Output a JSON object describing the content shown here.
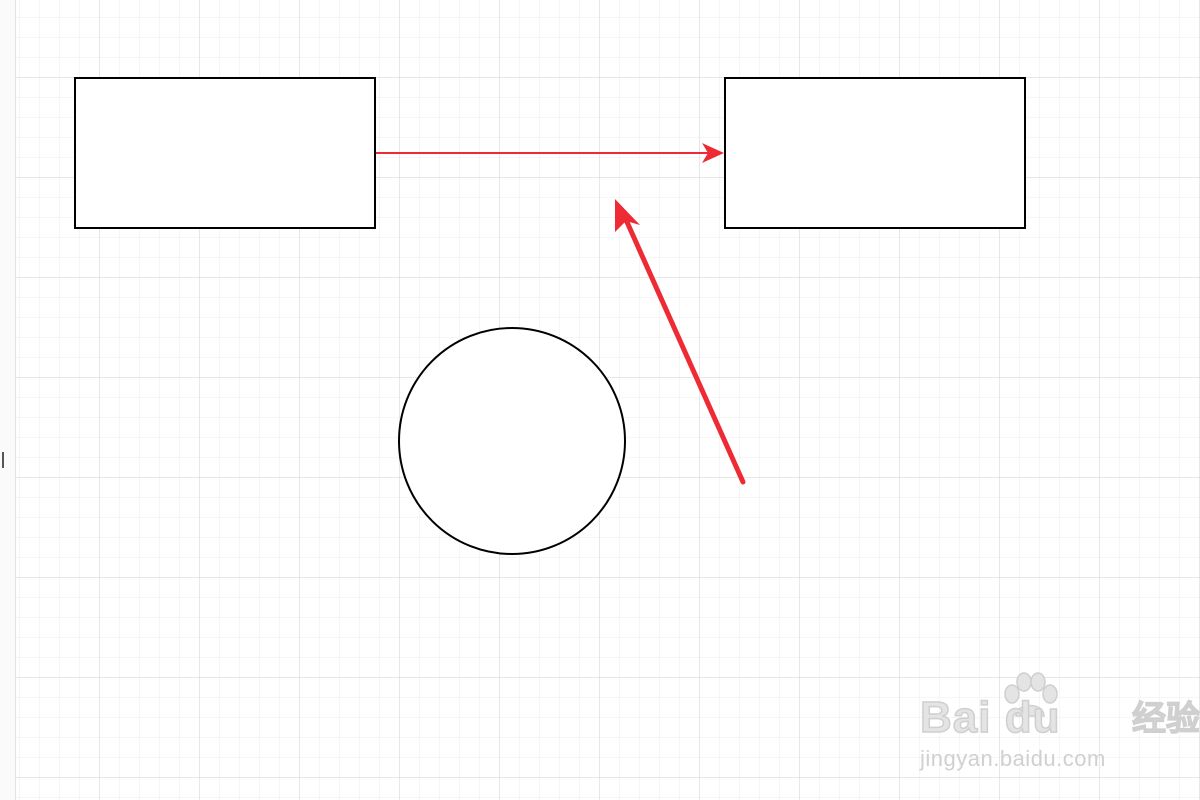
{
  "canvas": {
    "background": "#ffffff",
    "grid_minor_color": "#ececec",
    "grid_major_color": "#cfcfcf"
  },
  "shapes": {
    "stroke_color": "#000000",
    "fill_color": "#ffffff",
    "items": [
      "rectangle",
      "rectangle",
      "circle"
    ]
  },
  "connectors": {
    "color": "#ee2b35",
    "items": [
      "arrow-rect-to-rect"
    ]
  },
  "annotation": {
    "color": "#ee2b35",
    "items": [
      "pointer-arrow"
    ]
  },
  "watermark": {
    "brand": "Bai du",
    "brand_suffix": "经验",
    "url": "jingyan.baidu.com",
    "color": "#cfcfcf"
  }
}
